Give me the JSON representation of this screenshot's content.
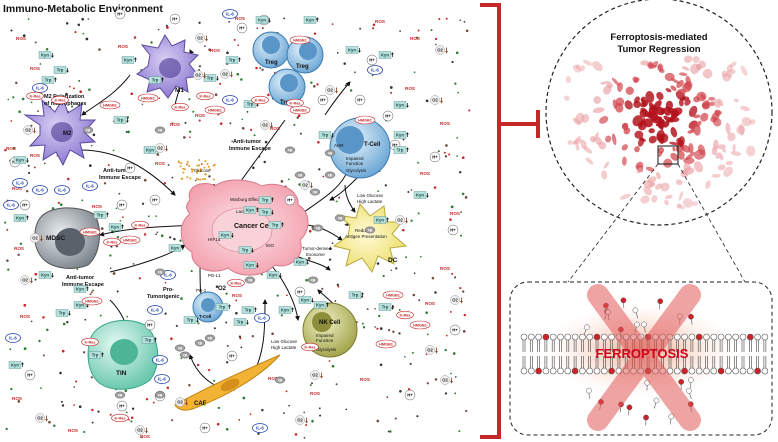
{
  "title": "Immuno-Metabolic Environment",
  "right_title_line1": "Ferroptosis-mediated",
  "right_title_line2": "Tumor Regression",
  "ferroptosis_label": "FERROPTOSIS",
  "cells": {
    "m1": "M1",
    "m2": "M2",
    "treg1": "Treg",
    "treg2": "Treg",
    "treg3": "Treg",
    "tcell": "T-Cell",
    "mdsc": "MDSC",
    "cancer": "Cancer Cell",
    "dc": "DC",
    "tcell_small": "T-Cell",
    "nk": "NK Cell",
    "tin": "TIN",
    "caf": "CAF"
  },
  "annotations": {
    "m2_polarization_1": "M2 Polarization",
    "m2_polarization_2": "of macrophages",
    "anti_tumor_1a": "Anti-tumor",
    "anti_tumor_1b": "Immune Escape",
    "anti_tumor_2a": "Anti-tumor",
    "anti_tumor_2b": "Immune Escape",
    "anti_tumor_3a": "Anti-tumor",
    "anti_tumor_3b": "Immune Escape",
    "pro_tumorigenic_1": "Pro-",
    "pro_tumorigenic_2": "Tumorigenic",
    "glucose": "Glucose",
    "warburg": "Warburg Effect",
    "lactate": "Lactate",
    "hif": "HIF1α",
    "ido": "IDO",
    "pdl1": "PD-L1",
    "pd1": "PD-1",
    "impaired_t_1": "Impaired",
    "impaired_t_2": "Function",
    "glycolysis_t": "Glycolysis",
    "ahr": "AHR",
    "low_glucose_1a": "Low Glucose",
    "low_glucose_1b": "High Lactate",
    "low_glucose_2a": "Low Glucose",
    "low_glucose_2b": "High Lactate",
    "reduced_1": "Reduced",
    "reduced_2": "Antigen Presentation",
    "tumor_exosome_1": "Tumor-derived",
    "tumor_exosome_2": "Exosome",
    "impaired_nk_1": "Impaired",
    "impaired_nk_2": "Function",
    "glycolysis_nk": "Glycolysis",
    "o2": "O2"
  },
  "tokens": {
    "ros": "ROS",
    "hplus": "H+",
    "il6": "IL-6",
    "kyn": "Kyn",
    "trp": "Trp",
    "hmgb1": "HMGB1",
    "xras": "K-Ras",
    "o2": "O2",
    "xb": "XB"
  },
  "colors": {
    "border_red": "#c62828",
    "cancer_pink": "#f6b3be",
    "m1_purple": "#b7a6e0",
    "treg_blue": "#8fc1e3",
    "mdsc_grey": "#9ea5ad",
    "tin_teal": "#9fe1cf",
    "nk_olive": "#c8c97a",
    "dc_yellow": "#f6ee9a",
    "caf_orange": "#f2b233",
    "kyn_teal": "#b8e0dc"
  }
}
